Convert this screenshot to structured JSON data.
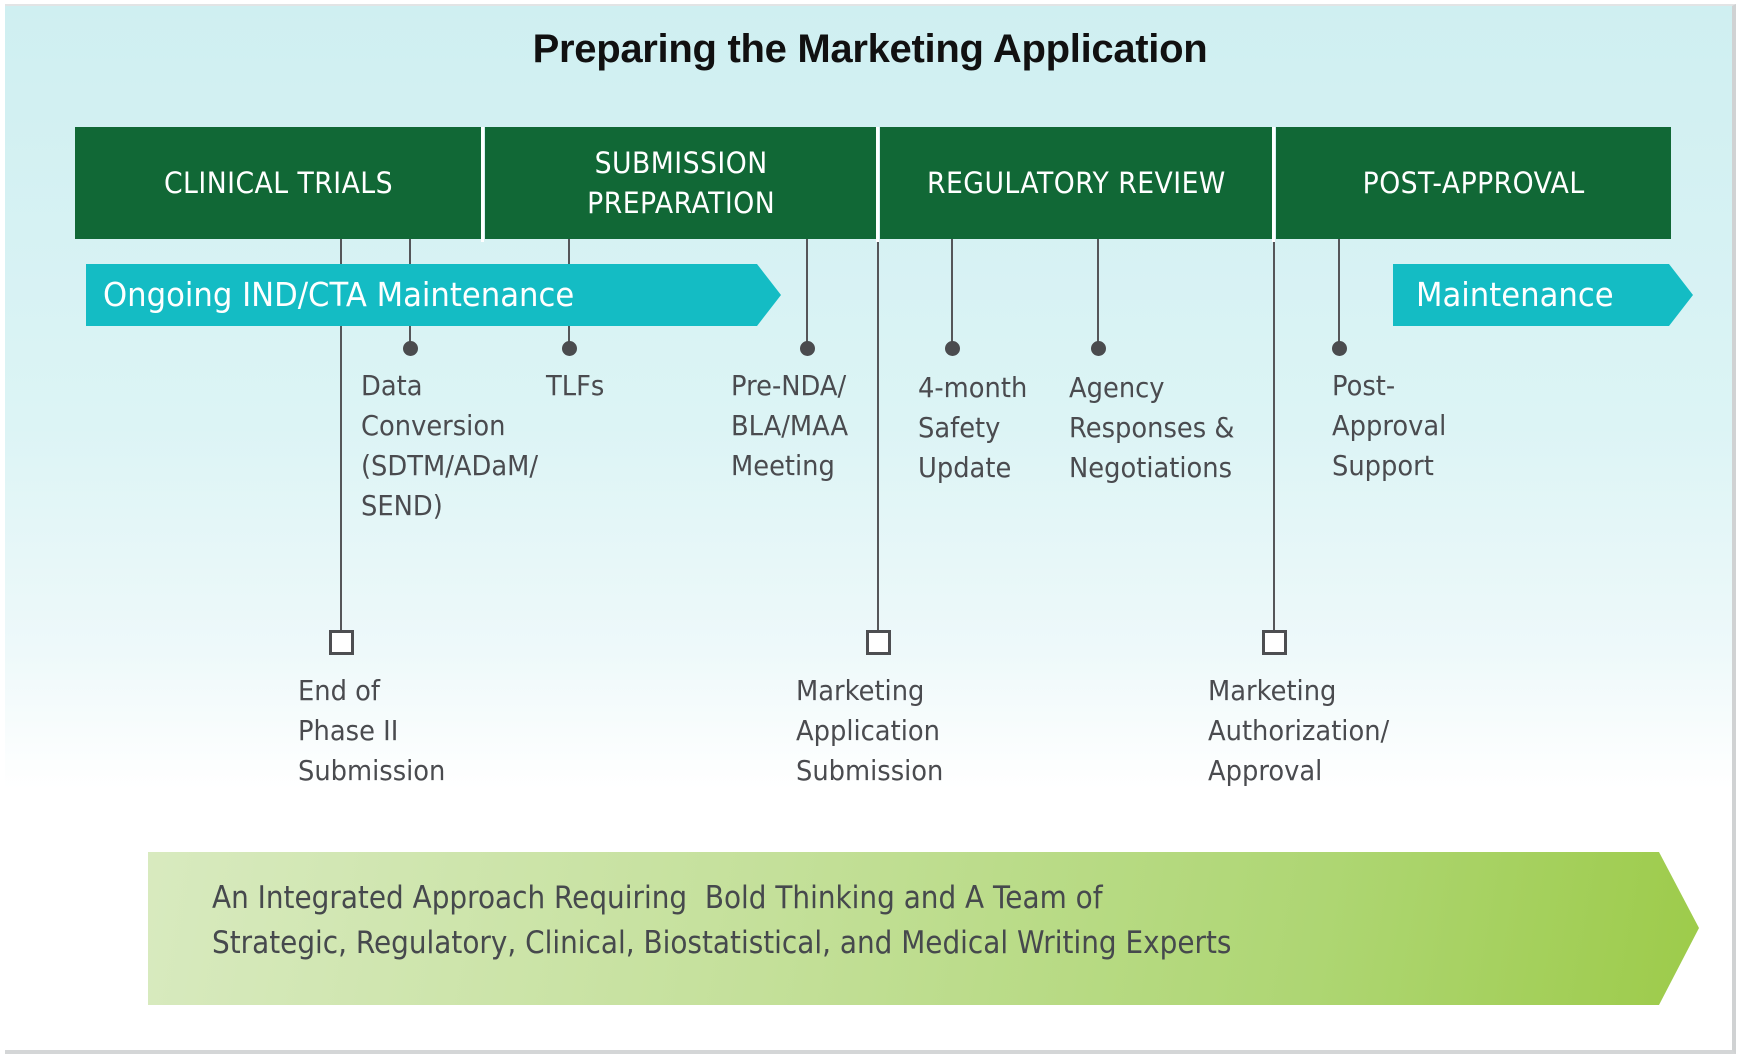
{
  "title": "Preparing the Marketing Application",
  "phases": [
    {
      "label": "CLINICAL TRIALS"
    },
    {
      "label": "SUBMISSION\nPREPARATION"
    },
    {
      "label": "REGULATORY REVIEW"
    },
    {
      "label": "POST-APPROVAL"
    }
  ],
  "bands": {
    "ongoing": "Ongoing IND/CTA Maintenance",
    "maintenance": "Maintenance"
  },
  "activities": [
    {
      "label": "Data\nConversion\n(SDTM/ADaM/\nSEND)"
    },
    {
      "label": "TLFs"
    },
    {
      "label": "Pre-NDA/\nBLA/MAA\nMeeting"
    },
    {
      "label": "4-month\nSafety\nUpdate"
    },
    {
      "label": "Agency\nResponses &\nNegotiations"
    },
    {
      "label": "Post-\nApproval\nSupport"
    }
  ],
  "milestones": [
    {
      "label": "End of\nPhase II\nSubmission"
    },
    {
      "label": "Marketing\nApplication\nSubmission"
    },
    {
      "label": "Marketing\nAuthorization/\nApproval"
    }
  ],
  "tagline": "An Integrated Approach Requiring  Bold Thinking and A Team of\nStrategic, Regulatory, Clinical, Biostatistical, and Medical Writing Experts",
  "colors": {
    "phase_header": "#116836",
    "band": "#14bcc4",
    "connector": "#4a4b4e",
    "tagline_arrow_start": "#d8eabf",
    "tagline_arrow_end": "#9dcb4a"
  }
}
